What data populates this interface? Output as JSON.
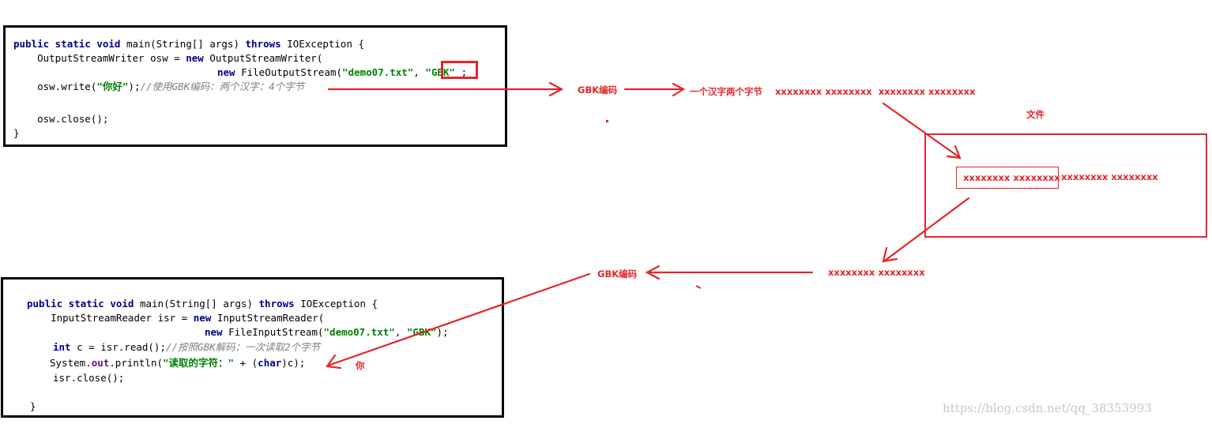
{
  "top_code": {
    "line1": {
      "kw1": "public static void",
      "t1": " main(String[] args) ",
      "kw2": "throws",
      "t2": " IOException {"
    },
    "line2": {
      "t1": "    OutputStreamWriter osw = ",
      "kw1": "new",
      "t2": " OutputStreamWriter("
    },
    "line3": {
      "kw1": "new",
      "t1": " FileOutputStream(",
      "str1": "\"demo07.txt\"",
      "t2": ", ",
      "str2": "\"GBK\"",
      "t3": " ;"
    },
    "line4": {
      "t1": "    osw.write(",
      "str1": "\"你好\"",
      "t2": ");",
      "cm1": "//使用GBK编码：两个汉字：4个字节"
    },
    "line5": {
      "t1": "    osw.close();"
    },
    "line6": {
      "t1": "}"
    }
  },
  "bottom_code": {
    "line1": {
      "kw1": "public static void",
      "t1": " main(String[] args) ",
      "kw2": "throws",
      "t2": " IOException {"
    },
    "line2": {
      "t1": "    InputStreamReader isr = ",
      "kw1": "new",
      "t2": " InputStreamReader("
    },
    "line3": {
      "kw1": "new",
      "t1": " FileInputStream(",
      "str1": "\"demo07.txt\"",
      "t2": ", ",
      "str2": "\"GBK\"",
      "t3": ");"
    },
    "line4": {
      "kw1": "int",
      "t1": " c = isr.read();",
      "cm1": "//按照GBK解码：一次读取2个字节"
    },
    "line5": {
      "t1": "System.",
      "fld1": "out",
      "t2": ".println(",
      "str1": "\"读取的字符：\"",
      "t3": " + (",
      "kw1": "char",
      "t4": ")c);"
    },
    "line6": {
      "t1": "isr.close();"
    },
    "line7": {
      "t1": "}"
    }
  },
  "annotations": {
    "encode_top": "GBK编码",
    "two_chars": "一个汉字两个字节",
    "bits_top": "xxxxxxxx xxxxxxxx  xxxxxxxx xxxxxxxx",
    "file_label": "文件",
    "file_bits_boxed": "xxxxxxxx xxxxxxxx",
    "file_bits_rest": "xxxxxxxx xxxxxxxx",
    "bits_bottom": "xxxxxxxx xxxxxxxx",
    "encode_bottom": "GBK编码",
    "result_char": "你"
  },
  "watermark": "https://blog.csdn.net/qq_38353993",
  "colors": {
    "accent_red": "#e3262a",
    "keyword": "#00008b",
    "string": "#008000",
    "comment": "#7f7f7f"
  }
}
